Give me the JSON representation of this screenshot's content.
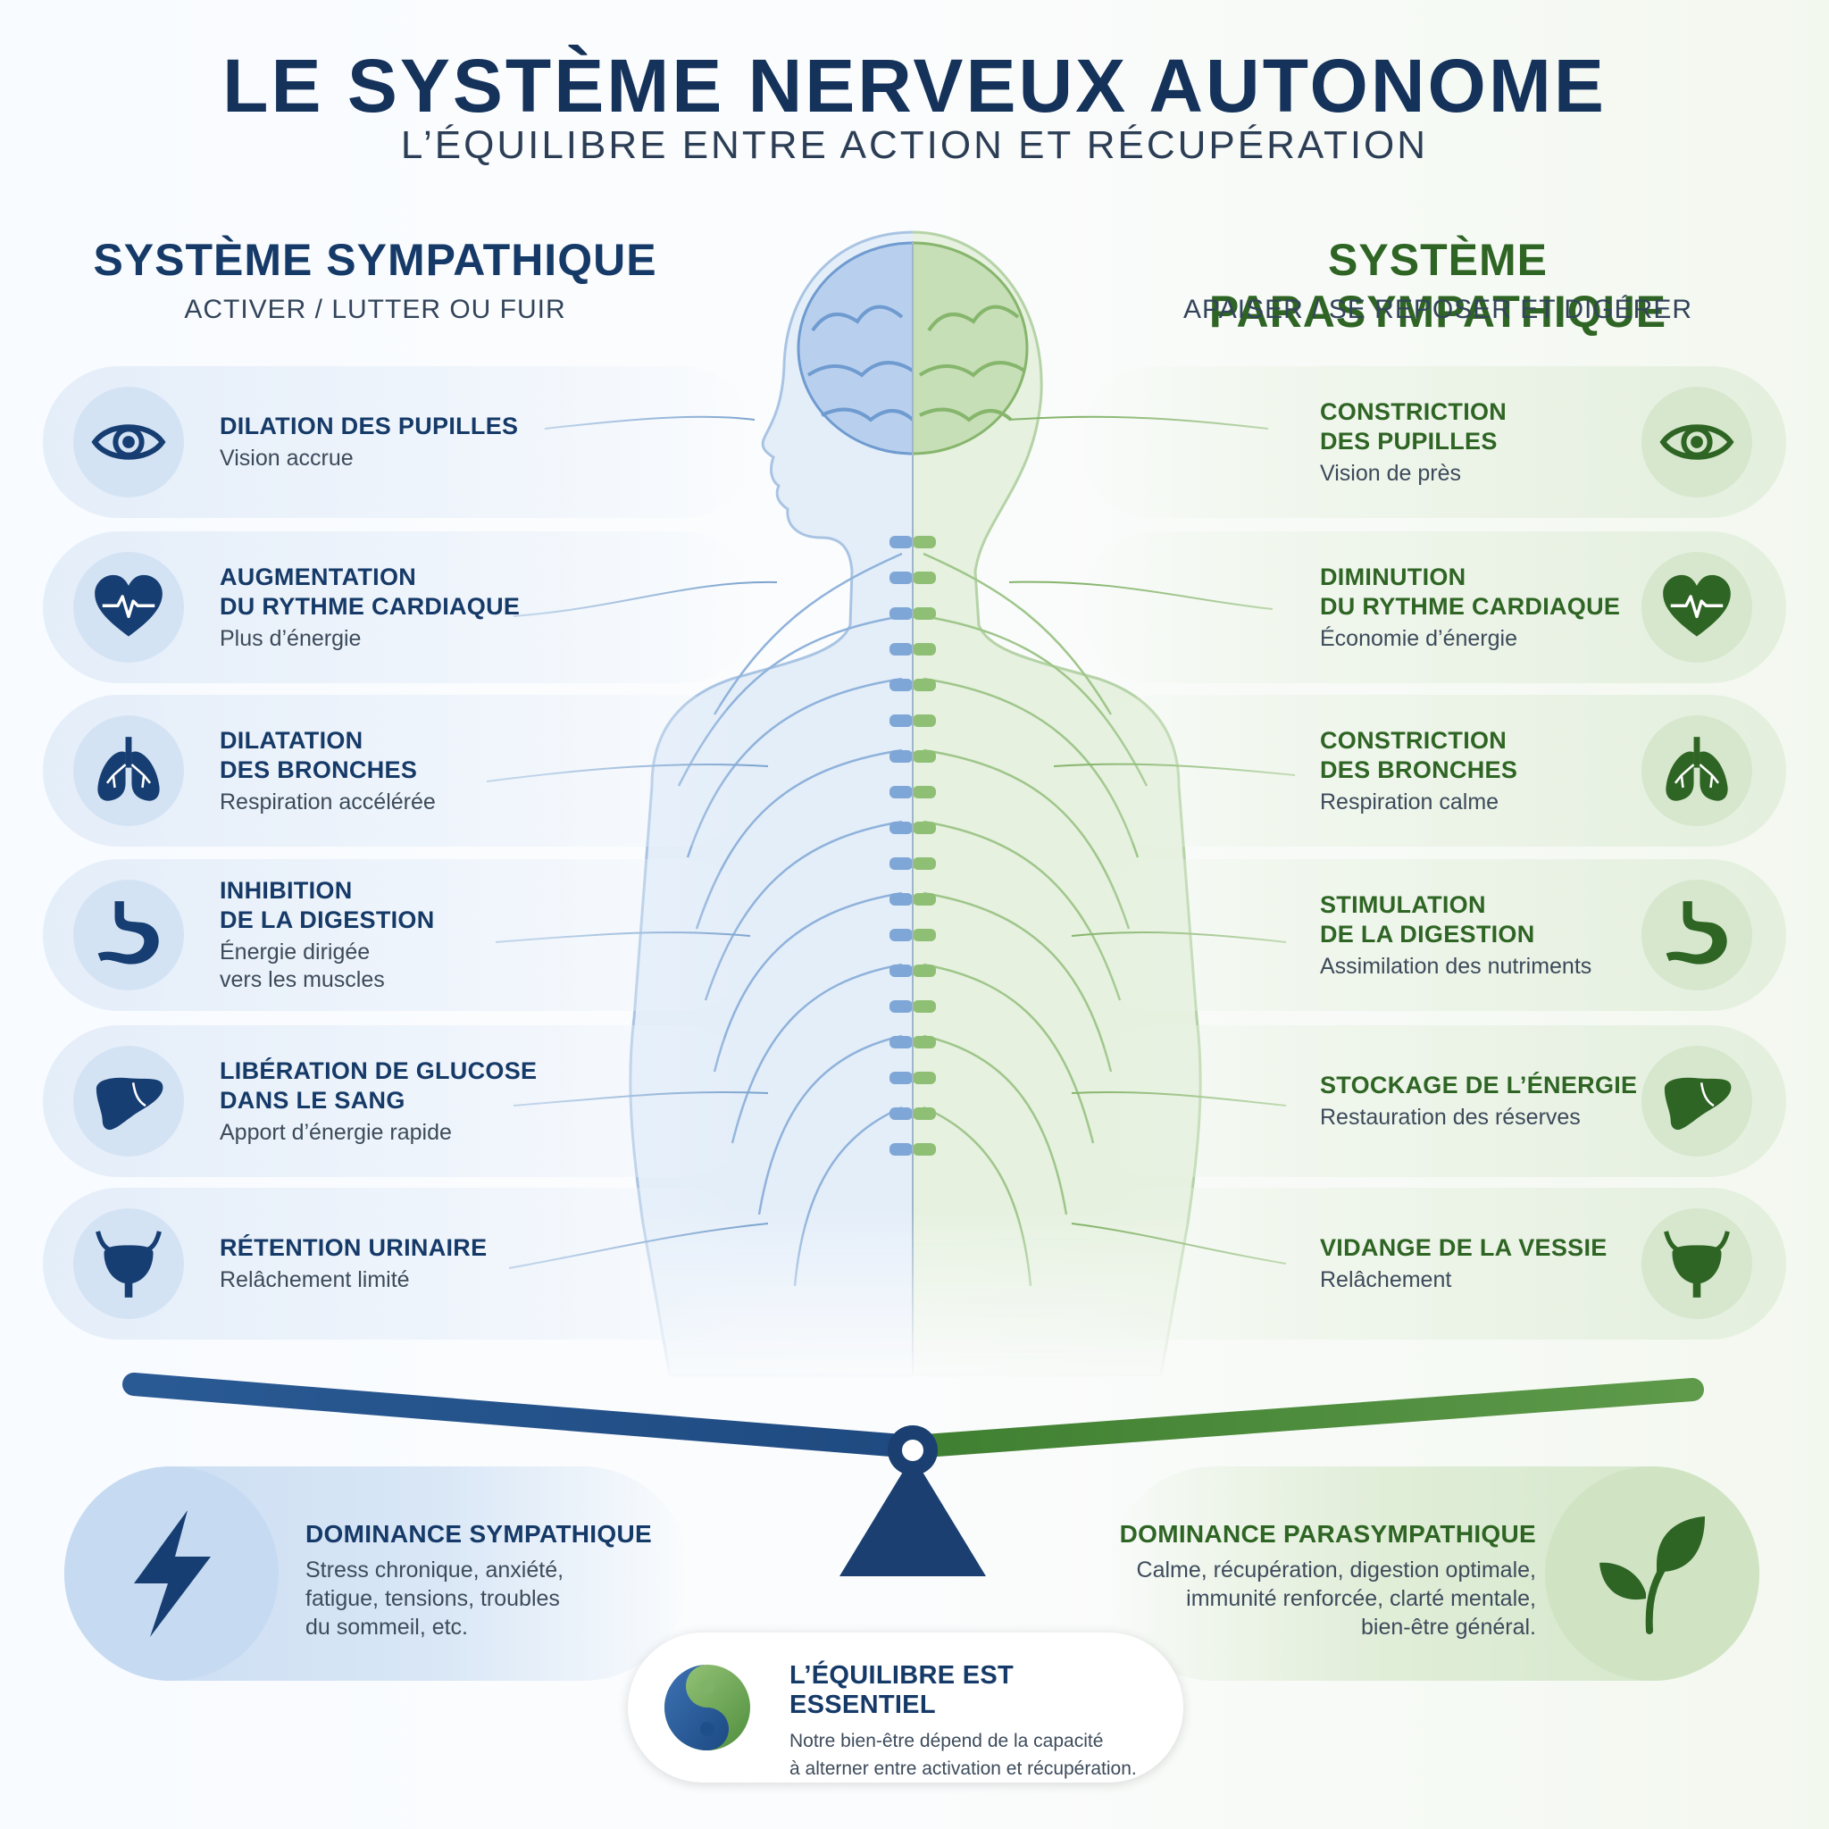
{
  "header": {
    "title": "LE SYSTÈME NERVEUX AUTONOME",
    "subtitle": "L’ÉQUILIBRE ENTRE ACTION ET RÉCUPÉRATION"
  },
  "colors": {
    "sympathetic": "#163a68",
    "parasympathetic": "#2f6524"
  },
  "sympathetic": {
    "title": "SYSTÈME SYMPATHIQUE",
    "subtitle": "ACTIVER / LUTTER OU FUIR",
    "items": [
      {
        "title": [
          "DILATION DES PUPILLES"
        ],
        "desc": [
          "Vision accrue"
        ],
        "icon": "eye-icon"
      },
      {
        "title": [
          "AUGMENTATION",
          "DU RYTHME CARDIAQUE"
        ],
        "desc": [
          "Plus d’énergie"
        ],
        "icon": "heart-icon"
      },
      {
        "title": [
          "DILATATION",
          "DES BRONCHES"
        ],
        "desc": [
          "Respiration accélérée"
        ],
        "icon": "lungs-icon"
      },
      {
        "title": [
          "INHIBITION",
          "DE LA DIGESTION"
        ],
        "desc": [
          "Énergie dirigée",
          "vers les muscles"
        ],
        "icon": "stomach-icon"
      },
      {
        "title": [
          "LIBÉRATION DE GLUCOSE",
          "DANS LE SANG"
        ],
        "desc": [
          "Apport d’énergie rapide"
        ],
        "icon": "liver-icon"
      },
      {
        "title": [
          "RÉTENTION URINAIRE"
        ],
        "desc": [
          "Relâchement limité"
        ],
        "icon": "bladder-icon"
      }
    ]
  },
  "parasympathetic": {
    "title": "SYSTÈME PARASYMPATHIQUE",
    "subtitle": "APAISER / SE REPOSER ET DIGÉRER",
    "items": [
      {
        "title": [
          "CONSTRICTION",
          "DES PUPILLES"
        ],
        "desc": [
          "Vision de près"
        ],
        "icon": "eye-icon"
      },
      {
        "title": [
          "DIMINUTION",
          "DU RYTHME CARDIAQUE"
        ],
        "desc": [
          "Économie d’énergie"
        ],
        "icon": "heart-icon"
      },
      {
        "title": [
          "CONSTRICTION",
          "DES BRONCHES"
        ],
        "desc": [
          "Respiration calme"
        ],
        "icon": "lungs-icon"
      },
      {
        "title": [
          "STIMULATION",
          "DE LA DIGESTION"
        ],
        "desc": [
          "Assimilation des nutriments"
        ],
        "icon": "stomach-icon"
      },
      {
        "title": [
          "STOCKAGE DE L’ÉNERGIE"
        ],
        "desc": [
          "Restauration des réserves"
        ],
        "icon": "liver-icon"
      },
      {
        "title": [
          "VIDANGE DE LA VESSIE"
        ],
        "desc": [
          "Relâchement"
        ],
        "icon": "bladder-icon"
      }
    ]
  },
  "dominance": {
    "sympathetic": {
      "title": "DOMINANCE SYMPATHIQUE",
      "desc": [
        "Stress chronique, anxiété,",
        "fatigue, tensions, troubles",
        "du sommeil, etc."
      ],
      "icon": "lightning-icon"
    },
    "parasympathetic": {
      "title": "DOMINANCE PARASYMPATHIQUE",
      "desc": [
        "Calme, récupération, digestion optimale,",
        "immunité renforcée, clarté mentale,",
        "bien-être général."
      ],
      "icon": "leaf-icon"
    }
  },
  "balance": {
    "title": "L’ÉQUILIBRE EST ESSENTIEL",
    "desc": [
      "Notre bien-être dépend de la capacité",
      "à alterner entre activation et récupération."
    ],
    "icon": "yin-yang-icon"
  }
}
